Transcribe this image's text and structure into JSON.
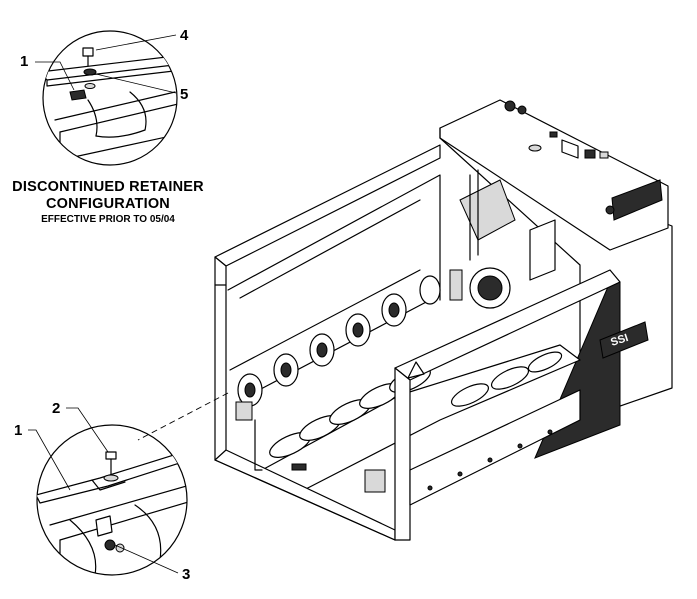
{
  "caption": {
    "line1": "DISCONTINUED RETAINER",
    "line2": "CONFIGURATION",
    "line3": "EFFECTIVE PRIOR TO 05/04"
  },
  "callouts": {
    "top": [
      "1",
      "4",
      "5"
    ],
    "bottom": [
      "2",
      "1",
      "3"
    ]
  },
  "logo_text": "SSI"
}
